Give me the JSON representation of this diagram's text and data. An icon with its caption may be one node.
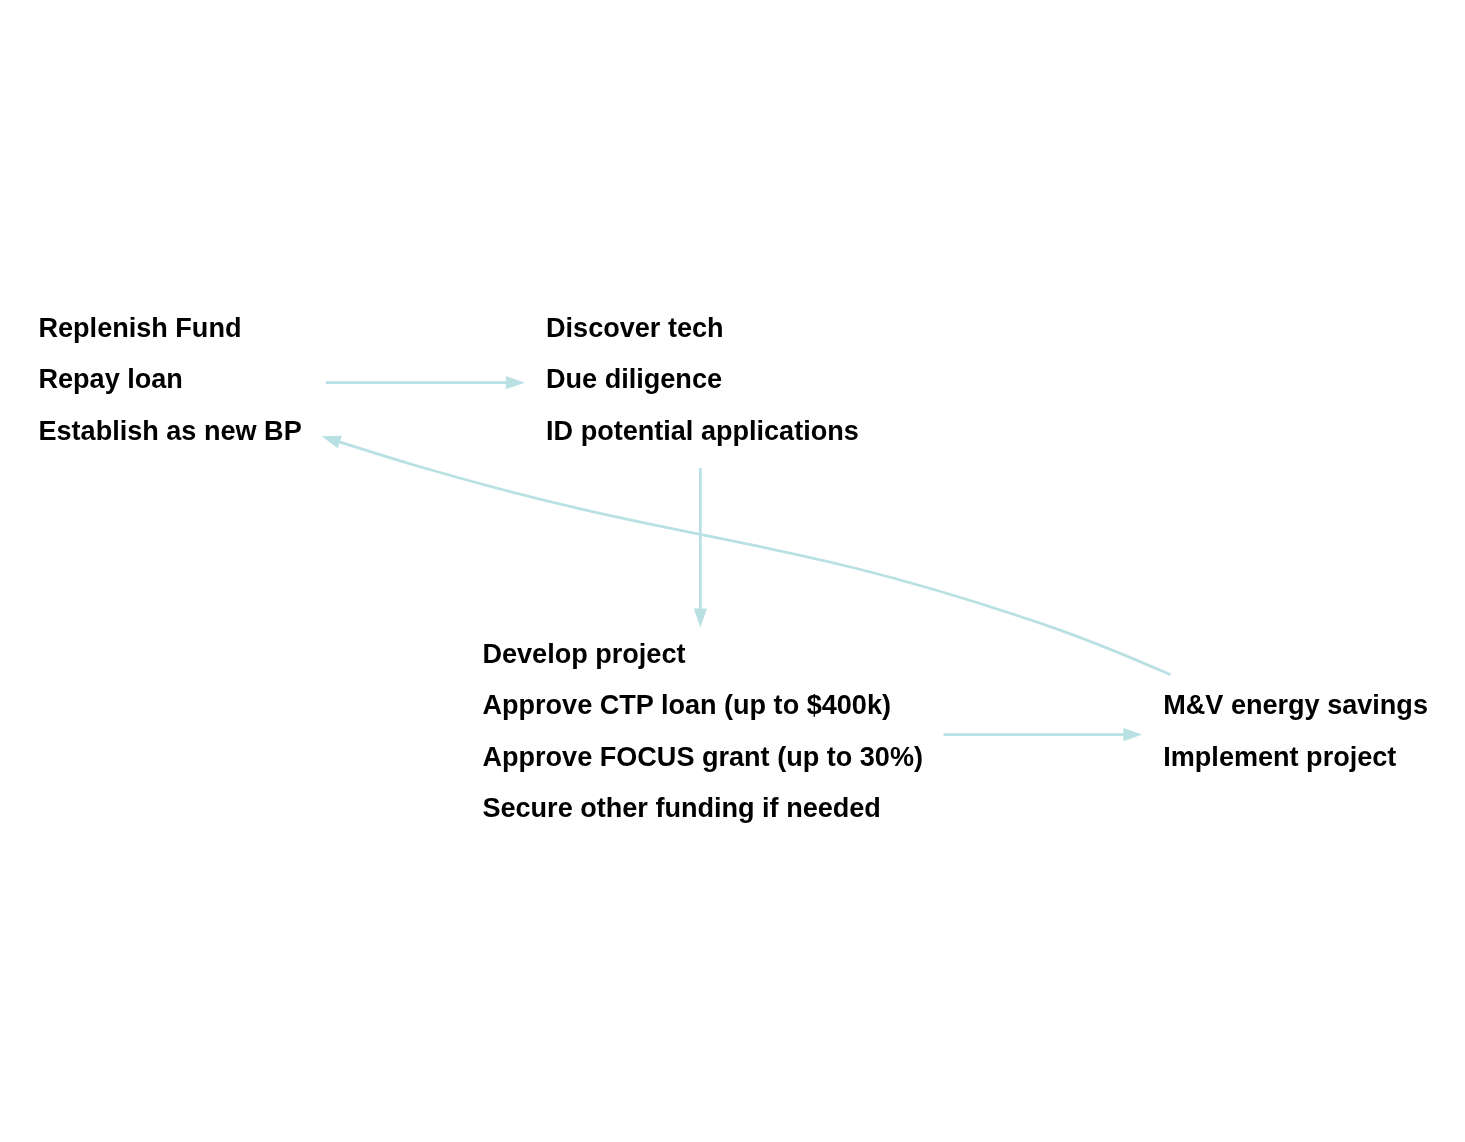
{
  "diagram": {
    "nodes": [
      {
        "text": [
          "Replenish Fund",
          "Repay loan",
          "Establish as new BP"
        ]
      },
      {
        "text": [
          "Discover tech",
          "Due diligence",
          "ID potential applications"
        ]
      },
      {
        "text": [
          "Develop project",
          "Approve CTP loan (up to $400k)",
          "Approve FOCUS grant (up to 30%)",
          "Secure other funding if needed"
        ]
      },
      {
        "text": [
          "M&V energy savings",
          "Implement project"
        ]
      }
    ],
    "edges": [
      {
        "from": 0,
        "to": 1,
        "arrow": "to",
        "color": "#b9e0e3"
      },
      {
        "from": 1,
        "to": 2,
        "arrow": "to",
        "color": "#b9e0e3"
      },
      {
        "from": 2,
        "to": 3,
        "arrow": "to",
        "color": "#b9e0e3"
      },
      {
        "from": 3,
        "to": 0,
        "arrow": "to",
        "color": "#b9e0e3"
      }
    ]
  }
}
